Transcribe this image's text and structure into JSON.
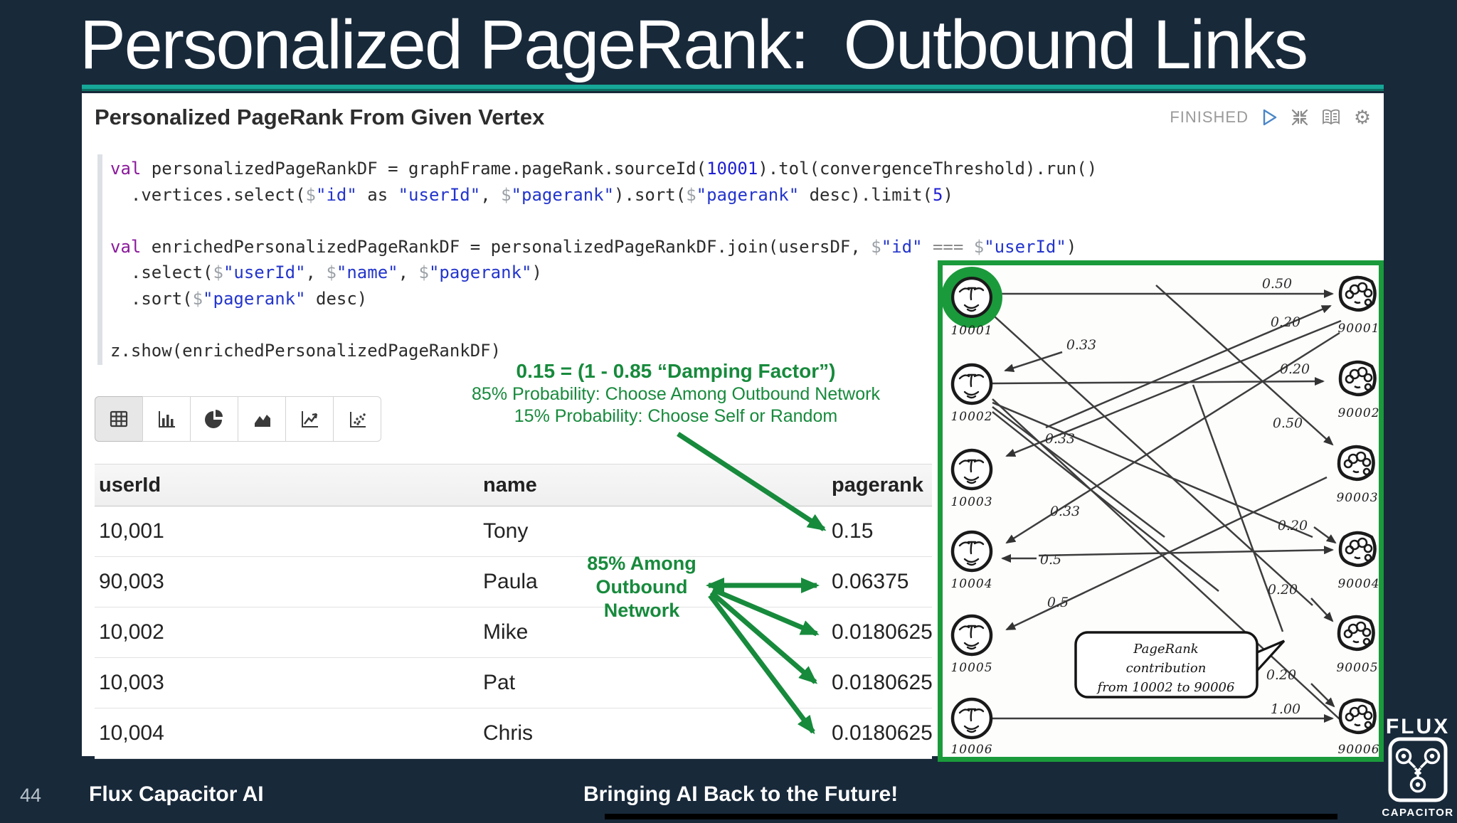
{
  "slide": {
    "title": "Personalized PageRank:  Outbound Links",
    "page_number": "44",
    "footer_left": "Flux Capacitor AI",
    "footer_center": "Bringing AI Back to the Future!",
    "colors": {
      "background": "#18293a",
      "accent_teal": "#16a797",
      "annotation_green": "#178a3c",
      "graph_box_green": "#1a9a3b",
      "keyword_purple": "#8b1a9c",
      "literal_blue": "#2335cc"
    }
  },
  "notebook": {
    "paragraph_title": "Personalized PageRank From Given Vertex",
    "status": "FINISHED",
    "status_icons": [
      "play-icon",
      "collapse-icon",
      "book-icon",
      "gear-icon"
    ],
    "chart_toolbar": [
      "table",
      "bar-chart",
      "pie-chart",
      "area-chart",
      "line-chart",
      "scatter-chart"
    ],
    "code": [
      [
        [
          "kw",
          "val"
        ],
        [
          "pl",
          " personalizedPageRankDF = graphFrame.pageRank.sourceId("
        ],
        [
          "num",
          "10001"
        ],
        [
          "pl",
          ").tol(convergenceThreshold).run()"
        ]
      ],
      [
        [
          "pl",
          "  .vertices.select("
        ],
        [
          "dol",
          "$"
        ],
        [
          "str",
          "\"id\""
        ],
        [
          "pl",
          " as "
        ],
        [
          "str",
          "\"userId\""
        ],
        [
          "pl",
          ", "
        ],
        [
          "dol",
          "$"
        ],
        [
          "str",
          "\"pagerank\""
        ],
        [
          "pl",
          ").sort("
        ],
        [
          "dol",
          "$"
        ],
        [
          "str",
          "\"pagerank\""
        ],
        [
          "pl",
          " desc).limit("
        ],
        [
          "num",
          "5"
        ],
        [
          "pl",
          ")"
        ]
      ],
      [],
      [
        [
          "kw",
          "val"
        ],
        [
          "pl",
          " enrichedPersonalizedPageRankDF = personalizedPageRankDF.join(usersDF, "
        ],
        [
          "dol",
          "$"
        ],
        [
          "str",
          "\"id\""
        ],
        [
          "pl",
          " "
        ],
        [
          "op",
          "==="
        ],
        [
          "pl",
          " "
        ],
        [
          "dol",
          "$"
        ],
        [
          "str",
          "\"userId\""
        ],
        [
          "pl",
          ")"
        ]
      ],
      [
        [
          "pl",
          "  .select("
        ],
        [
          "dol",
          "$"
        ],
        [
          "str",
          "\"userId\""
        ],
        [
          "pl",
          ", "
        ],
        [
          "dol",
          "$"
        ],
        [
          "str",
          "\"name\""
        ],
        [
          "pl",
          ", "
        ],
        [
          "dol",
          "$"
        ],
        [
          "str",
          "\"pagerank\""
        ],
        [
          "pl",
          ")"
        ]
      ],
      [
        [
          "pl",
          "  .sort("
        ],
        [
          "dol",
          "$"
        ],
        [
          "str",
          "\"pagerank\""
        ],
        [
          "pl",
          " desc)"
        ]
      ],
      [],
      [
        [
          "pl",
          "z.show(enrichedPersonalizedPageRankDF)"
        ]
      ]
    ]
  },
  "table": {
    "columns": [
      "userId",
      "name",
      "pagerank"
    ],
    "rows": [
      [
        "10,001",
        "Tony",
        "0.15"
      ],
      [
        "90,003",
        "Paula",
        "0.06375"
      ],
      [
        "10,002",
        "Mike",
        "0.0180625"
      ],
      [
        "10,003",
        "Pat",
        "0.0180625"
      ],
      [
        "10,004",
        "Chris",
        "0.0180625"
      ]
    ]
  },
  "annotations": {
    "damping_title": "0.15 = (1 - 0.85 “Damping Factor”)",
    "damping_line2": "85% Probability: Choose Among Outbound Network",
    "damping_line3": "15% Probability: Choose Self or Random",
    "outbound_line1": "85% Among",
    "outbound_line2": "Outbound",
    "outbound_line3": "Network"
  },
  "graph": {
    "left_nodes": [
      "10001",
      "10002",
      "10003",
      "10004",
      "10005",
      "10006"
    ],
    "right_nodes": [
      "90001",
      "90002",
      "90003",
      "90004",
      "90005",
      "90006"
    ],
    "edge_labels": {
      "l1": "0.50",
      "l2": "0.20",
      "l3": "0.33",
      "l4": "0.20",
      "l5": "0.50",
      "l6": "0.33",
      "l7": "0.33",
      "l8": "0.5",
      "l9": "0.20",
      "l10": "0.5",
      "l11": "0.20",
      "l12": "0.20",
      "l13": "1.00"
    },
    "bubble": [
      "PageRank",
      "contribution",
      "from 10002 to 90006"
    ]
  },
  "logo": {
    "top_text": "FLUX",
    "bottom_text": "CAPACITOR"
  }
}
